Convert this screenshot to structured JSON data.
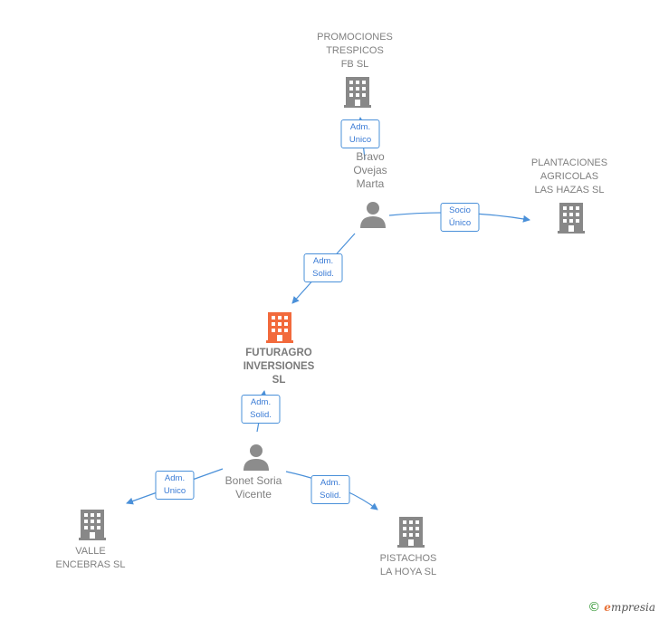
{
  "colors": {
    "building_gray": "#888888",
    "building_focus": "#f26a3c",
    "person_gray": "#8c8c8c",
    "edge_blue": "#4a90d9"
  },
  "nodes": {
    "promociones": {
      "line1": "PROMOCIONES",
      "line2": "TRESPICOS",
      "line3": "FB  SL",
      "icon": "building-icon"
    },
    "plantaciones": {
      "line1": "PLANTACIONES",
      "line2": "AGRICOLAS",
      "line3": "LAS HAZAS  SL",
      "icon": "building-icon"
    },
    "bravo": {
      "line1": "Bravo",
      "line2": "Ovejas",
      "line3": "Marta",
      "icon": "person-icon"
    },
    "futuragro": {
      "line1": "FUTURAGRO",
      "line2": "INVERSIONES",
      "line3": "SL",
      "icon": "building-icon"
    },
    "bonet": {
      "line1": "Bonet Soria",
      "line2": "Vicente",
      "icon": "person-icon"
    },
    "valle": {
      "line1": "VALLE",
      "line2": "ENCEBRAS SL",
      "icon": "building-icon"
    },
    "pistachos": {
      "line1": "PISTACHOS",
      "line2": "LA HOYA  SL",
      "icon": "building-icon"
    }
  },
  "edges": {
    "bravo_promociones": {
      "line1": "Adm.",
      "line2": "Unico"
    },
    "bravo_plantaciones": {
      "line1": "Socio",
      "line2": "Único"
    },
    "bravo_futuragro": {
      "line1": "Adm.",
      "line2": "Solid."
    },
    "bonet_futuragro": {
      "line1": "Adm.",
      "line2": "Solid."
    },
    "bonet_valle": {
      "line1": "Adm.",
      "line2": "Unico"
    },
    "bonet_pistachos": {
      "line1": "Adm.",
      "line2": "Solid."
    }
  },
  "footer": {
    "copyright": "©",
    "brand_initial": "e",
    "brand_rest": "mpresia"
  }
}
